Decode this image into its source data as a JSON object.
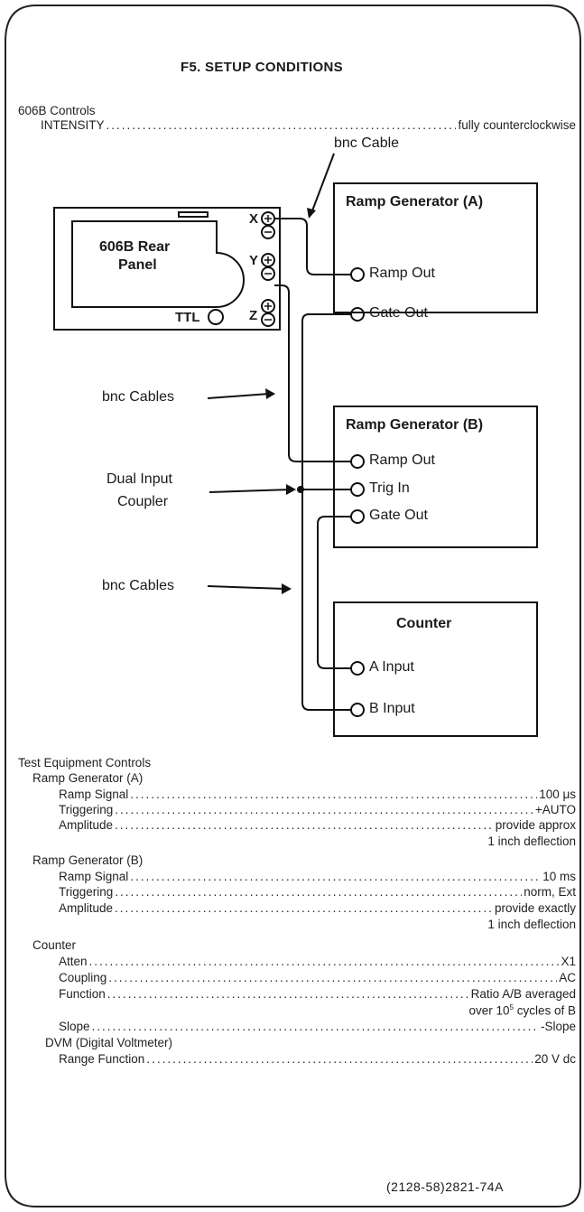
{
  "title": "F5. SETUP CONDITIONS",
  "scope_controls": {
    "heading": "606B Controls",
    "items": [
      {
        "label": "INTENSITY",
        "value": "fully counterclockwise"
      }
    ]
  },
  "diagram": {
    "bnc_cable_label": "bnc Cable",
    "bnc_cables_label_1": "bnc Cables",
    "bnc_cables_label_2": "bnc Cables",
    "dual_input_line1": "Dual Input",
    "dual_input_line2": "Coupler",
    "rear_panel_line1": "606B Rear",
    "rear_panel_line2": "Panel",
    "port_x": "X",
    "port_y": "Y",
    "port_z": "Z",
    "port_ttl": "TTL",
    "ramp_a": {
      "title": "Ramp Generator (A)",
      "ports": [
        "Ramp Out",
        "Gate Out"
      ]
    },
    "ramp_b": {
      "title": "Ramp Generator (B)",
      "ports": [
        "Ramp Out",
        "Trig In",
        "Gate Out"
      ]
    },
    "counter": {
      "title": "Counter",
      "ports": [
        "A Input",
        "B Input"
      ]
    }
  },
  "test_equipment": {
    "heading": "Test Equipment Controls",
    "ramp_a": {
      "heading": "Ramp Generator (A)",
      "items": [
        {
          "label": "Ramp Signal",
          "value": "100 μs"
        },
        {
          "label": "Triggering",
          "value": "+AUTO"
        },
        {
          "label": "Amplitude",
          "value": "provide approx",
          "cont": "1 inch deflection"
        }
      ]
    },
    "ramp_b": {
      "heading": "Ramp Generator (B)",
      "items": [
        {
          "label": "Ramp Signal",
          "value": "10 ms"
        },
        {
          "label": "Triggering",
          "value": "norm, Ext"
        },
        {
          "label": "Amplitude",
          "value": "provide exactly",
          "cont": "1 inch deflection"
        }
      ]
    },
    "counter": {
      "heading": "Counter",
      "items": [
        {
          "label": "Atten",
          "value": "X1"
        },
        {
          "label": "Coupling",
          "value": "AC"
        },
        {
          "label": "Function",
          "value": "Ratio A/B averaged"
        },
        {
          "label": "Slope",
          "value": "-Slope"
        }
      ],
      "function_cont_pre": "over 10",
      "function_cont_sup": "5",
      "function_cont_post": " cycles of B"
    },
    "dvm": {
      "heading": "DVM (Digital Voltmeter)",
      "items": [
        {
          "label": "Range Function",
          "value": "20 V dc"
        }
      ]
    }
  },
  "footer": "(2128-58)2821-74A"
}
